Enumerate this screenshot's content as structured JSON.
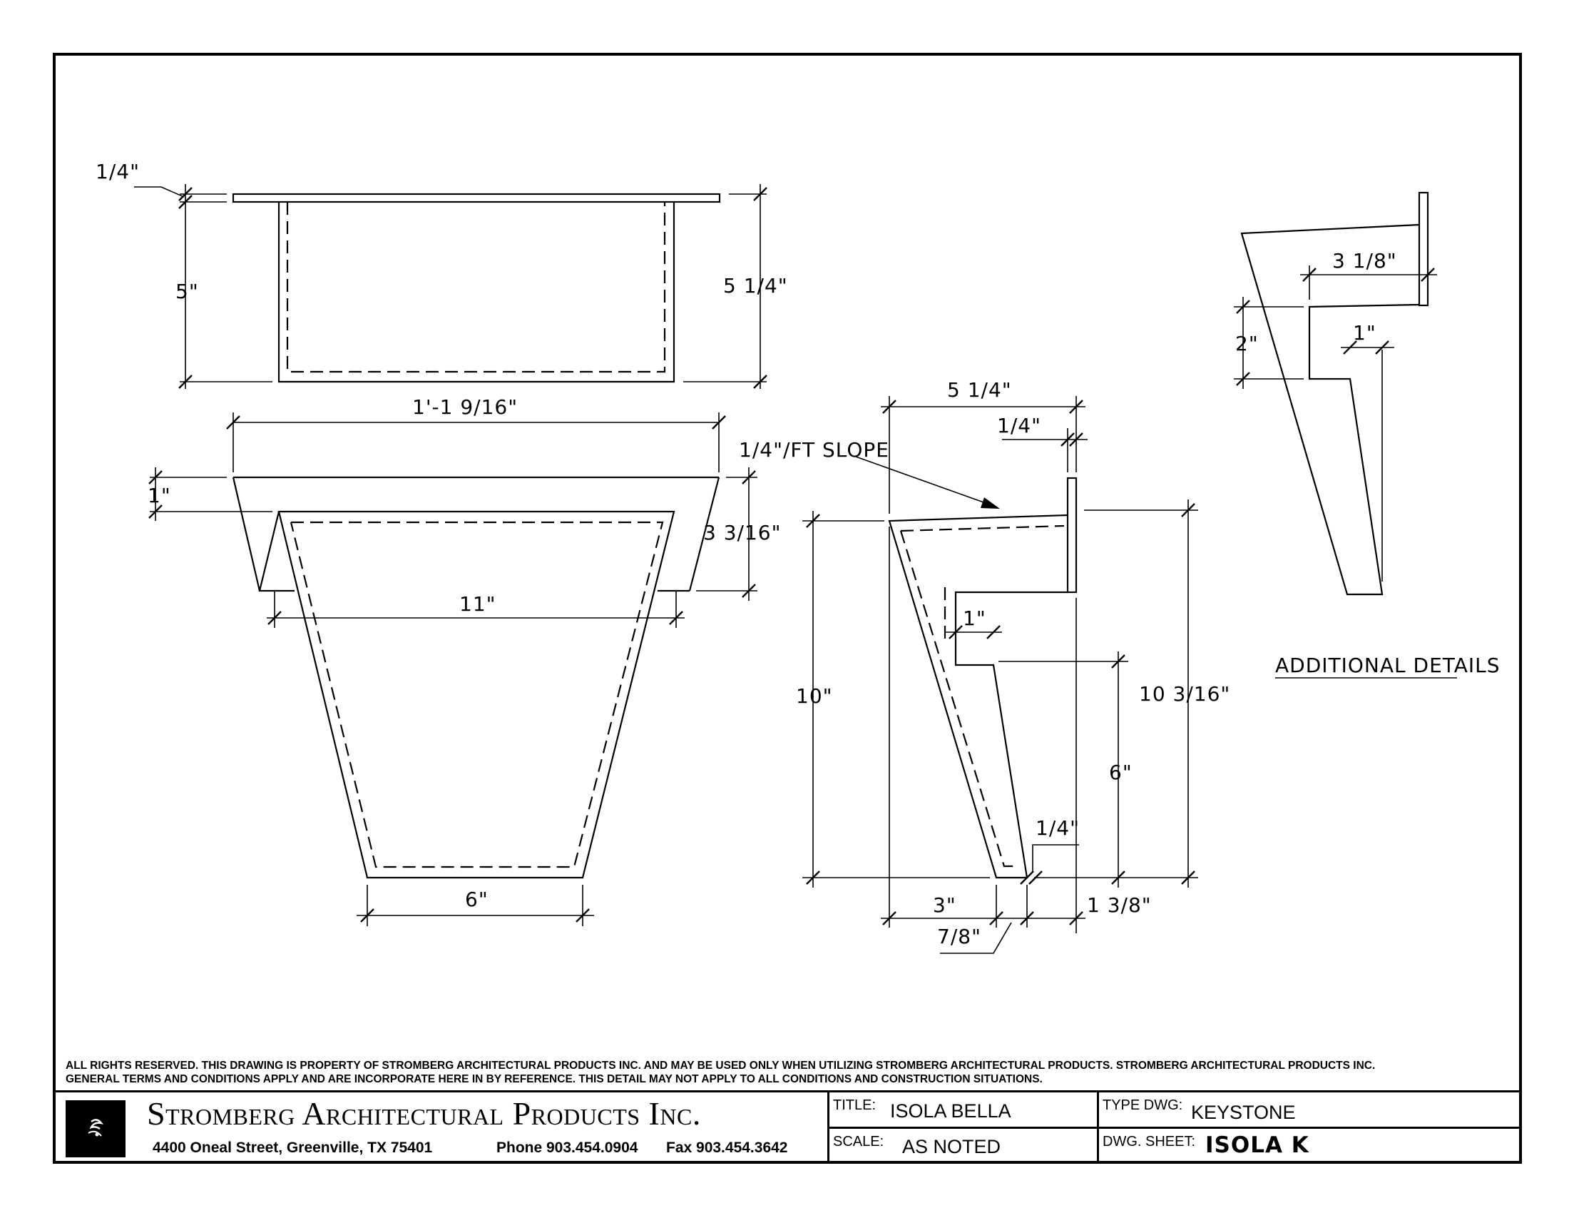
{
  "drawing": {
    "front_top": {
      "dim_flange_thickness": "1/4\"",
      "dim_depth_inner": "5\"",
      "dim_depth_overall": "5 1/4\""
    },
    "front_main": {
      "dim_top_width": "1'-1 9/16\"",
      "dim_slope_note": "1/4\"/FT SLOPE",
      "dim_flange": "1\"",
      "dim_side_drop": "3 3/16\"",
      "dim_inner_width": "11\"",
      "dim_bottom_width": "6\""
    },
    "side_view": {
      "dim_top_depth": "5 1/4\"",
      "dim_flange": "1/4\"",
      "dim_height_front": "10\"",
      "dim_height_back": "10 3/16\"",
      "dim_notch": "1\"",
      "dim_leg_height": "6\"",
      "dim_bottom_gap": "1/4\"",
      "dim_bottom_front": "3\"",
      "dim_bottom_leg": "7/8\"",
      "dim_bottom_back": "1 3/8\""
    },
    "detail": {
      "dim_top": "3 1/8\"",
      "dim_side": "2\"",
      "dim_notch": "1\"",
      "label": "ADDITIONAL DETAILS"
    }
  },
  "disclaimer": {
    "line1": "ALL RIGHTS RESERVED. THIS DRAWING IS PROPERTY OF STROMBERG ARCHITECTURAL PRODUCTS INC. AND MAY BE USED ONLY WHEN UTILIZING STROMBERG ARCHITECTURAL PRODUCTS.  STROMBERG ARCHITECTURAL PRODUCTS INC.",
    "line2": "GENERAL TERMS AND CONDITIONS APPLY AND ARE INCORPORATE HERE IN BY REFERENCE.  THIS DETAIL MAY NOT APPLY TO ALL CONDITIONS AND CONSTRUCTION SITUATIONS."
  },
  "title_block": {
    "company_name": "Stromberg Architectural Products Inc.",
    "address": "4400 Oneal Street, Greenville, TX  75401",
    "phone": "Phone 903.454.0904",
    "fax": "Fax 903.454.3642",
    "title_label": "TITLE:",
    "title_value": "ISOLA BELLA",
    "scale_label": "SCALE:",
    "scale_value": "AS NOTED",
    "type_label": "TYPE DWG:",
    "type_value": "KEYSTONE",
    "sheet_label": "DWG. SHEET:",
    "sheet_value": "ISOLA K"
  }
}
